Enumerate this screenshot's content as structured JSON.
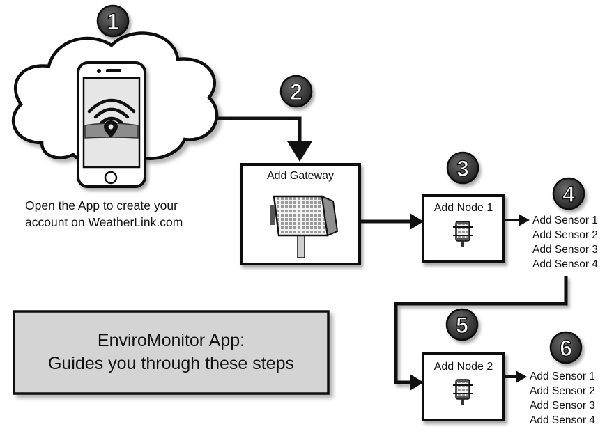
{
  "steps": [
    "1",
    "2",
    "3",
    "4",
    "5",
    "6"
  ],
  "phone_caption": [
    "Open the App to create  your",
    "account on WeatherLink.com"
  ],
  "gateway": {
    "label": "Add Gateway"
  },
  "node1": {
    "label": "Add Node 1",
    "sensors": [
      "Add Sensor 1",
      "Add Sensor 2",
      "Add Sensor 3",
      "Add Sensor 4"
    ]
  },
  "node2": {
    "label": "Add Node 2",
    "sensors": [
      "Add Sensor 1",
      "Add Sensor 2",
      "Add Sensor 3",
      "Add Sensor 4"
    ]
  },
  "info_box": {
    "line1": "EnviroMonitor App:",
    "line2": "Guides you through these steps"
  },
  "colors": {
    "badge": "#3a3a3a",
    "info_fill": "#d4d4d4",
    "stroke": "#111111"
  },
  "icons": [
    "cloud-icon",
    "smartphone-icon",
    "wifi-icon",
    "location-pin-icon",
    "gateway-device-icon",
    "sensor-node-icon"
  ]
}
